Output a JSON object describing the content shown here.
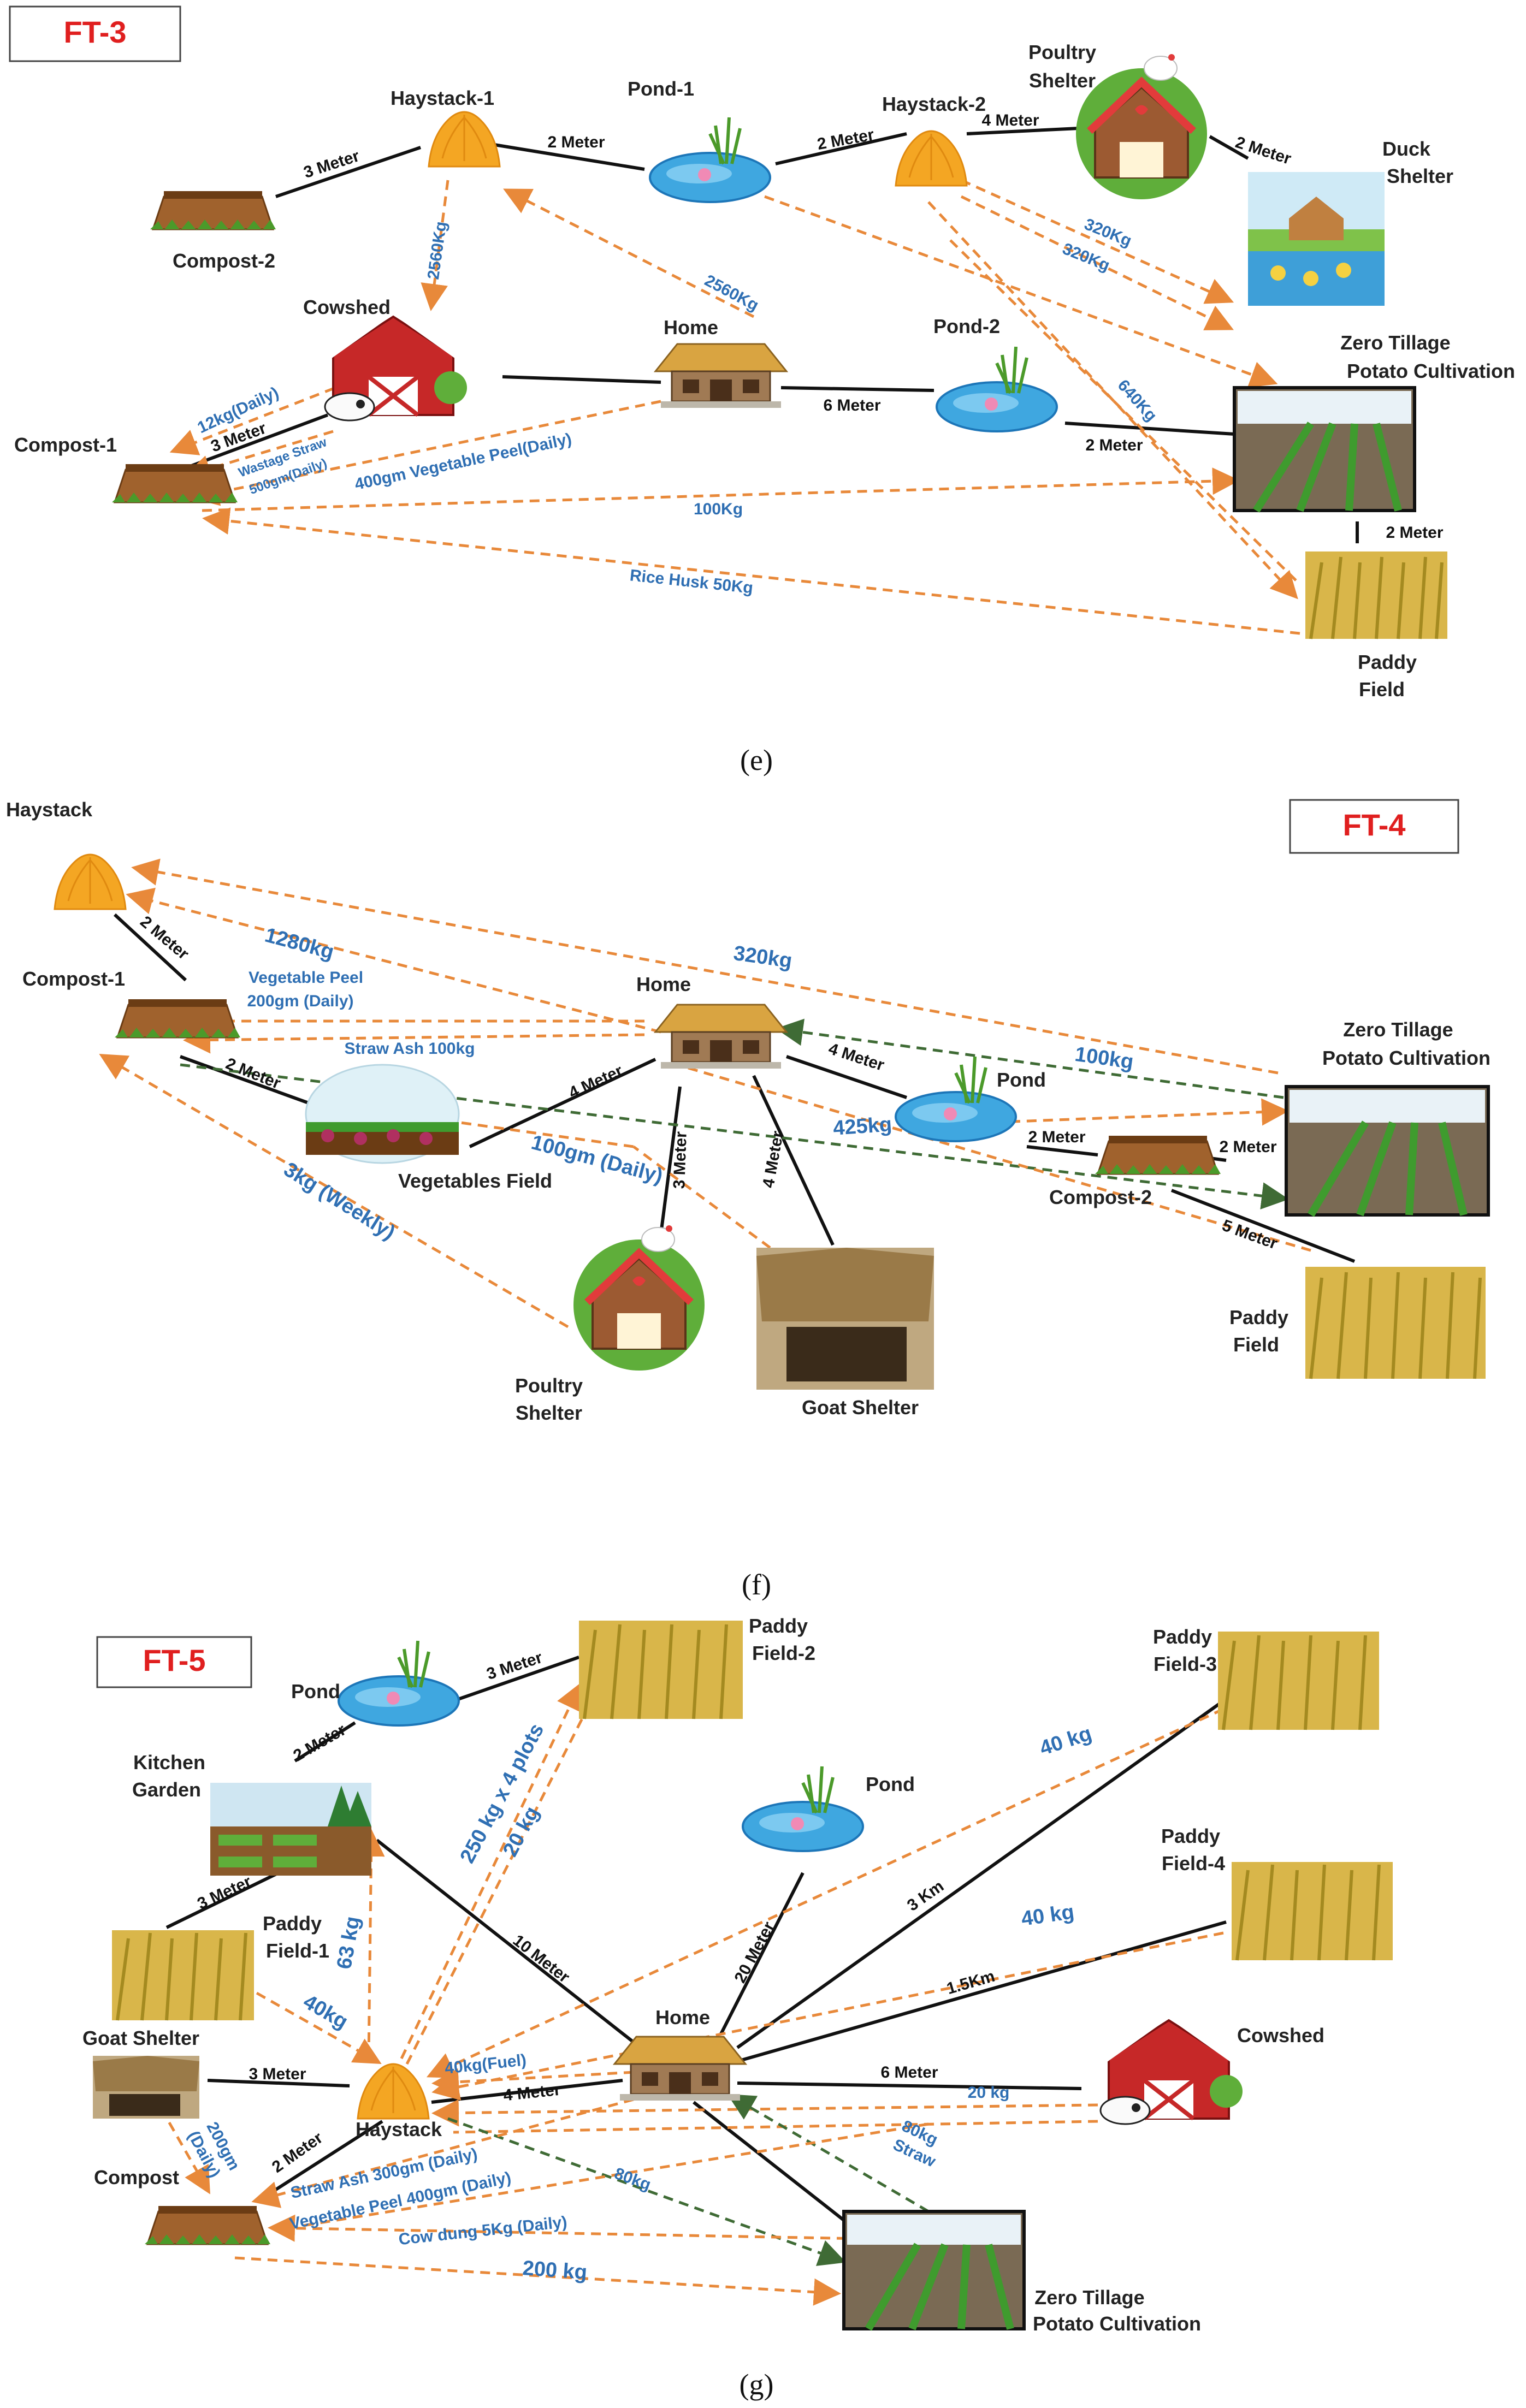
{
  "colors": {
    "accent_title": "#e01f1f",
    "flow_text": "#2f6fb3",
    "orange_flow": "#e8893a",
    "green_flow": "#3f6b35",
    "line": "#111111"
  },
  "panel_e": {
    "title": "FT-3",
    "caption": "(e)",
    "nodes": {
      "haystack1": "Haystack-1",
      "pond1": "Pond-1",
      "haystack2": "Haystack-2",
      "poultry": [
        "Poultry",
        "Shelter"
      ],
      "duck": [
        "Duck",
        "Shelter"
      ],
      "compost2": "Compost-2",
      "cowshed": "Cowshed",
      "home": "Home",
      "pond2": "Pond-2",
      "zt": [
        "Zero Tillage",
        "Potato Cultivation"
      ],
      "compost1": "Compost-1",
      "paddy": [
        "Paddy",
        "Field"
      ]
    },
    "distances": {
      "compost2_hay1": "3 Meter",
      "hay1_pond1": "2 Meter",
      "pond1_hay2": "2 Meter",
      "hay2_poultry": "4 Meter",
      "poultry_duck": "2 Meter",
      "home_pond2": "6 Meter",
      "pond2_zt": "2 Meter",
      "zt_paddy": "2 Meter",
      "cowshed_compost1": "3 Meter"
    },
    "flows": {
      "hay1_cow": "2560Kg",
      "hay1_zt": "2560Kg",
      "hay2_duck1": "320Kg",
      "hay2_duck2": "320Kg",
      "hay2_paddy": "640Kg",
      "cow_compost": "12kg(Daily)",
      "wastage1": "Wastage Straw",
      "wastage2": "500gm(Daily)",
      "veg_peel": "400gm Vegetable Peel(Daily)",
      "compost_zt": "100Kg",
      "rice_husk": "Rice Husk 50Kg"
    }
  },
  "panel_f": {
    "title": "FT-4",
    "caption": "(f)",
    "nodes": {
      "haystack": "Haystack",
      "compost1": "Compost-1",
      "home": "Home",
      "zt": [
        "Zero Tillage",
        "Potato Cultivation"
      ],
      "pond": "Pond",
      "veg": "Vegetables Field",
      "compost2": "Compost-2",
      "paddy": [
        "Paddy",
        "Field"
      ],
      "poultry": [
        "Poultry",
        "Shelter"
      ],
      "goat": "Goat Shelter"
    },
    "distances": {
      "hay_comp": "2 Meter",
      "comp_veg": "2 Meter",
      "veg_home": "4 Meter",
      "home_pond": "4 Meter",
      "home_poultry": "3 Meter",
      "home_goat": "4 Meter",
      "pond_comp2": "2 Meter",
      "comp2_zt": "2 Meter",
      "comp2_paddy": "5 Meter"
    },
    "flows": {
      "hay_comp": "1280kg",
      "veg_peel1": "Vegetable Peel",
      "veg_peel2": "200gm (Daily)",
      "straw_ash": "Straw Ash 100kg",
      "hay_zt": "320kg",
      "zt_home": "100kg",
      "pond_flow": "425kg",
      "daily100": "100gm (Daily)",
      "weekly": "3kg (Weekly)"
    }
  },
  "panel_g": {
    "title": "FT-5",
    "caption": "(g)",
    "nodes": {
      "pond_l": "Pond",
      "paddy2": [
        "Paddy",
        "Field-2"
      ],
      "paddy3": [
        "Paddy",
        "Field-3"
      ],
      "kitchen": [
        "Kitchen",
        "Garden"
      ],
      "pond_c": "Pond",
      "paddy4": [
        "Paddy",
        "Field-4"
      ],
      "paddy1": [
        "Paddy",
        "Field-1"
      ],
      "home": "Home",
      "goat": "Goat Shelter",
      "cowshed": "Cowshed",
      "haystack": "Haystack",
      "compost": "Compost",
      "zt": [
        "Zero Tillage",
        "Potato Cultivation"
      ]
    },
    "distances": {
      "pond_paddy2": "3 Meter",
      "kitchen_pond": "2 Meter",
      "paddy1_kitchen": "3 Meter",
      "kitchen_home": "10 Meter",
      "pond_home": "20 Meter",
      "home_paddy3": "3 Km",
      "home_paddy4": "1.5Km",
      "home_cow": "6 Meter",
      "goat_hay": "3 Meter",
      "hay_home": "4 Meter",
      "hay_compost": "2 Meter"
    },
    "flows": {
      "plots": "250 kg x 4 plots",
      "kg20a": "20 kg",
      "kg63": "63 kg",
      "kg40a": "40kg",
      "kg40b": "40 kg",
      "kg40c": "40 kg",
      "fuel": "40kg(Fuel)",
      "kg20b": "20 kg",
      "straw80_1": "80kg",
      "straw80_2": "Straw",
      "kg80": "80kg",
      "gm200_1": "200gm",
      "gm200_2": "(Daily)",
      "straw_ash": "Straw Ash 300gm (Daily)",
      "veg_peel": "Vegetable Peel 400gm (Daily)",
      "cow_dung": "Cow dung 5Kg (Daily)",
      "kg200": "200 kg"
    }
  }
}
